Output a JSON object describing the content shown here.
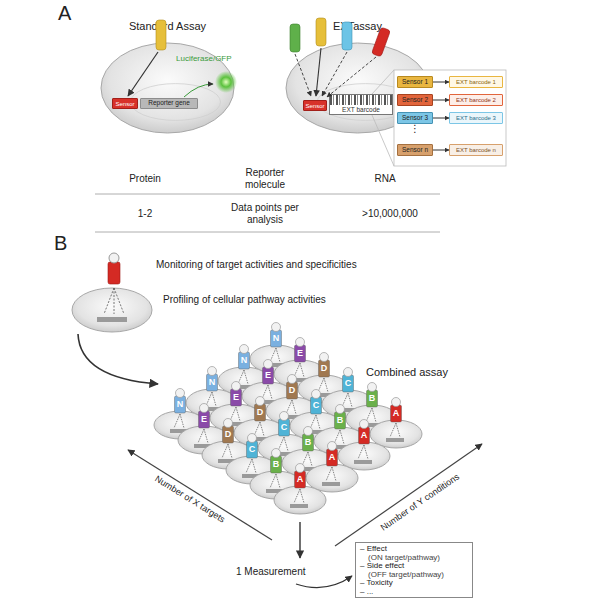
{
  "diagram": {
    "nodes": [
      {
        "text": [
          "Standard Assay"
        ]
      },
      {
        "text": [
          "Sensor"
        ],
        "in": 0
      },
      {
        "text": [
          "Reporter gene"
        ],
        "in": 0
      },
      {
        "text": [
          "EXTassay"
        ]
      },
      {
        "text": [
          "Sensor"
        ],
        "in": 3
      },
      {
        "text": [
          "EXT barcode"
        ],
        "in": 3
      },
      {
        "text": [
          "Sensor 1"
        ]
      },
      {
        "text": [
          "EXT barcode 1"
        ]
      },
      {
        "text": [
          "Sensor 2"
        ]
      },
      {
        "text": [
          "EXT barcode 2"
        ]
      },
      {
        "text": [
          "Sensor 3"
        ]
      },
      {
        "text": [
          "EXT barcode 3"
        ]
      },
      {
        "text": [
          "Sensor n"
        ]
      },
      {
        "text": [
          "EXT barcode n"
        ]
      },
      {
        "text": [
          "– Effect",
          "(ON target/pathway)",
          "– Side effect",
          "(OFF target/pathway)",
          "– Toxicity",
          "– ..."
        ]
      }
    ],
    "edges": [
      {
        "from": 6,
        "to": 7,
        "arrow": "to"
      },
      {
        "from": 8,
        "to": 9,
        "arrow": "to"
      },
      {
        "from": 10,
        "to": 11,
        "arrow": "to"
      },
      {
        "from": 12,
        "to": 13,
        "arrow": "to"
      }
    ],
    "labels": [
      "A",
      "Luciferase/GFP",
      "⋮",
      "Protein",
      "Reporter molecule",
      "RNA",
      "1-2",
      "Data points per analysis",
      ">10,000,000",
      "B",
      "Monitoring of target activities and specificities",
      "Profiling of cellular pathway activities",
      "Combined assay",
      "Number of X targets",
      "Number of Y conditions",
      "1 Measurement",
      "A",
      "B",
      "C",
      "D",
      "E",
      "N",
      "A",
      "B",
      "C",
      "D",
      "E",
      "N",
      "A",
      "B",
      "C",
      "D",
      "E",
      "N",
      "A",
      "B",
      "C",
      "D",
      "E",
      "N"
    ]
  }
}
